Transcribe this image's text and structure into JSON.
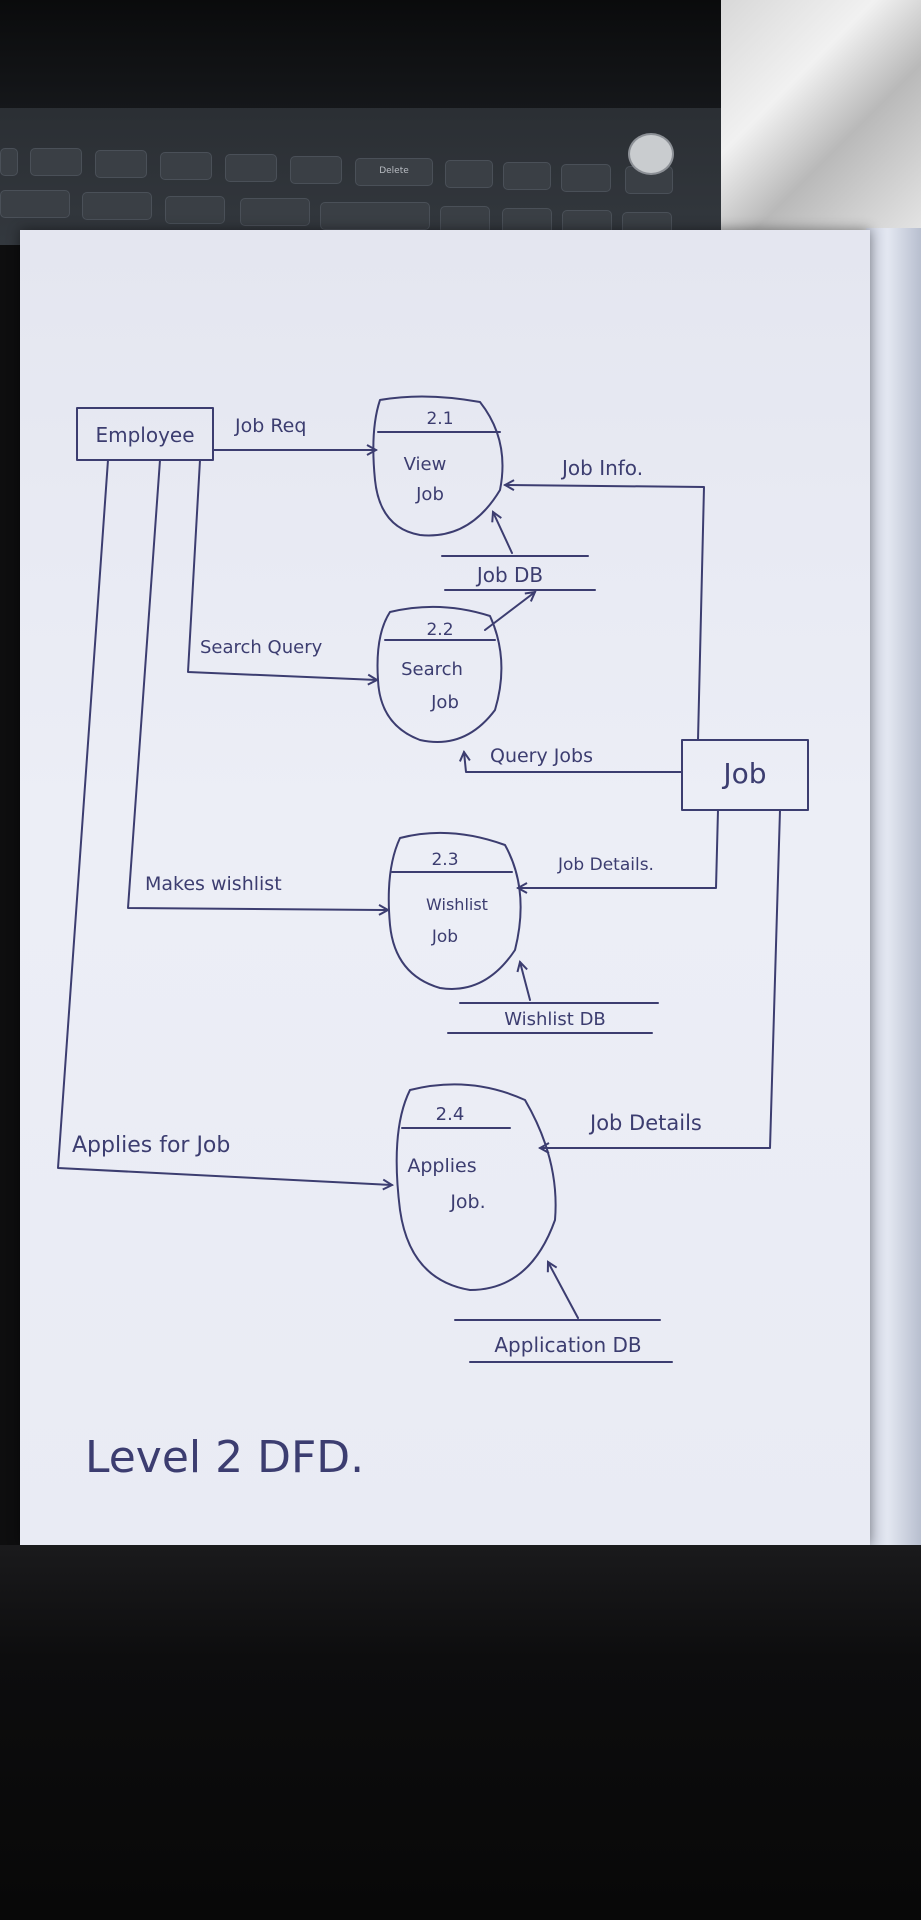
{
  "keyboard": {
    "delete_key_label": "Delete"
  },
  "diagram": {
    "entities": {
      "employee": "Employee",
      "job": "Job"
    },
    "processes": [
      {
        "number": "2.1",
        "name_line1": "View",
        "name_line2": "Job"
      },
      {
        "number": "2.2",
        "name_line1": "Search",
        "name_line2": "Job"
      },
      {
        "number": "2.3",
        "name_line1": "Wishlist",
        "name_line2": "Job"
      },
      {
        "number": "2.4",
        "name_line1": "Applies",
        "name_line2": "Job."
      }
    ],
    "data_stores": {
      "job_db": "Job DB",
      "wishlist_db": "Wishlist DB",
      "application_db": "Application DB"
    },
    "flows": {
      "job_req": "Job Req",
      "job_info": "Job Info.",
      "search_query": "Search Query",
      "query_jobs": "Query Jobs",
      "job_details_wishlist": "Job Details.",
      "makes_wishlist": "Makes wishlist",
      "applies_for_job": "Applies for Job",
      "job_details_apply": "Job Details"
    },
    "caption": "Level 2 DFD."
  }
}
